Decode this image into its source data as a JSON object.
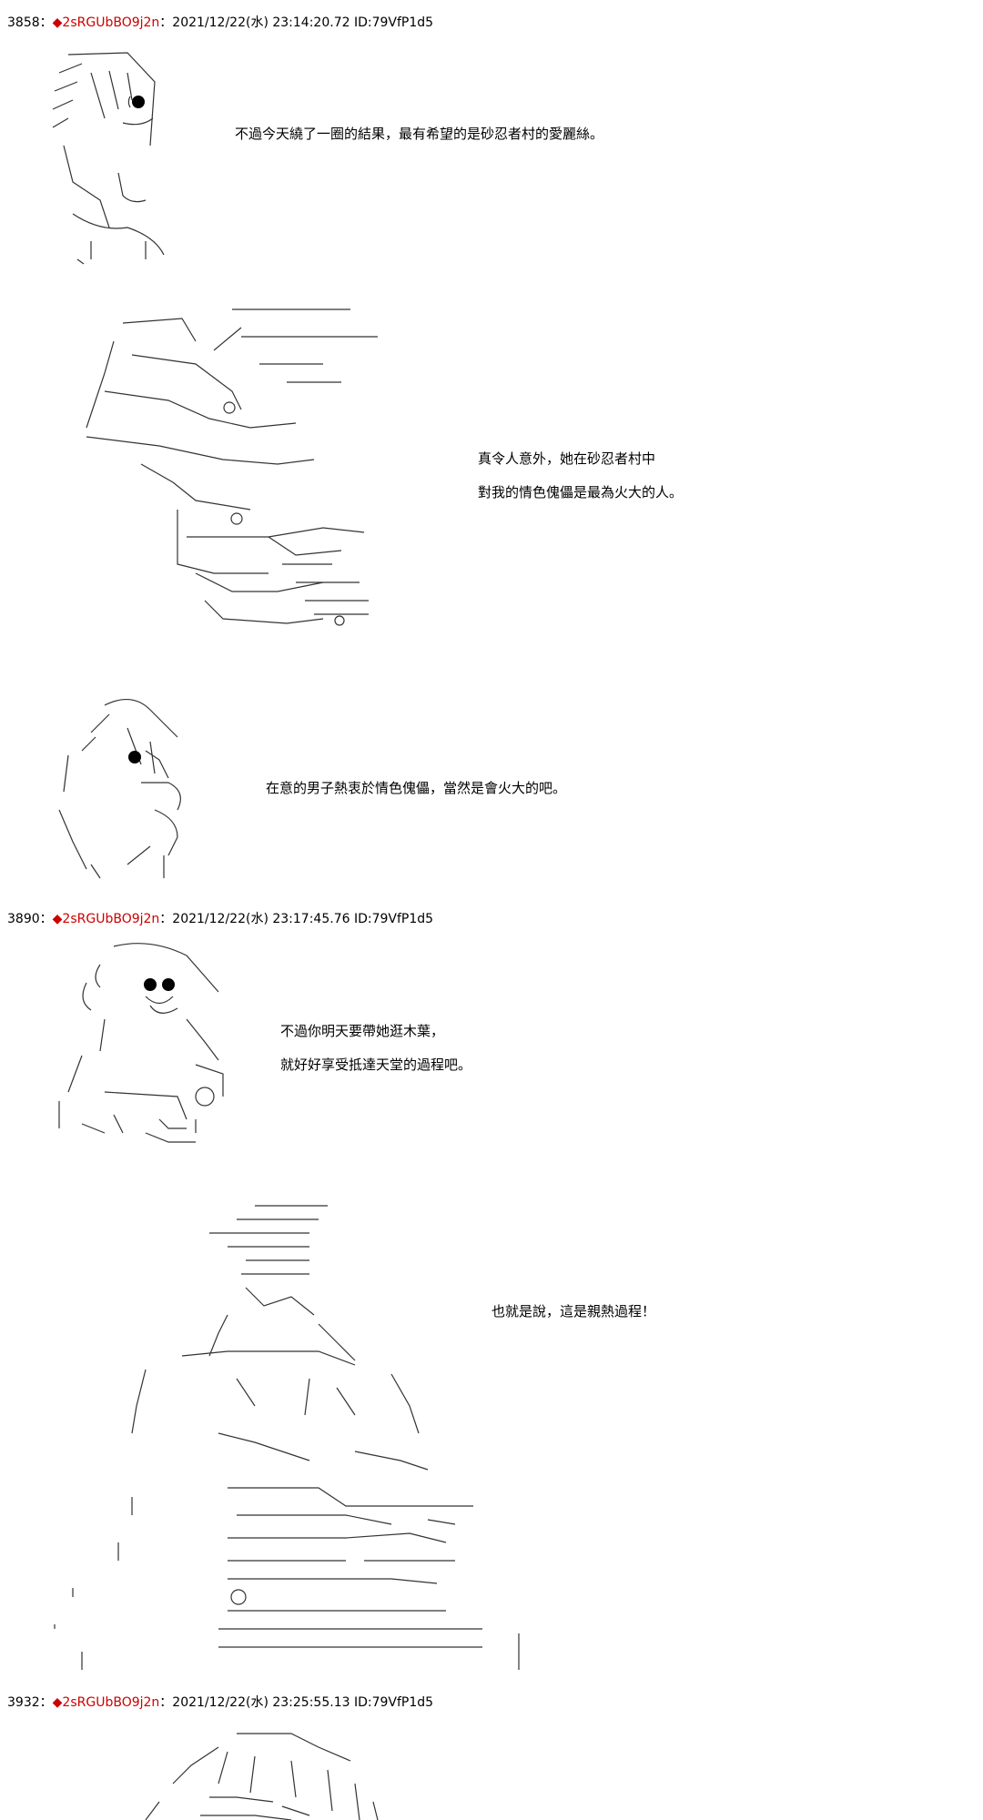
{
  "posts": [
    {
      "number": "3858",
      "separator": "：",
      "marker": "◆",
      "trip": "2sRGUbBO9j2n",
      "meta": "：2021/12/22(水) 23:14:20.72 ID:79VfP1d5"
    },
    {
      "number": "3890",
      "separator": "：",
      "marker": "◆",
      "trip": "2sRGUbBO9j2n",
      "meta": "：2021/12/22(水) 23:17:45.76 ID:79VfP1d5"
    },
    {
      "number": "3932",
      "separator": "：",
      "marker": "◆",
      "trip": "2sRGUbBO9j2n",
      "meta": "：2021/12/22(水) 23:25:55.13 ID:79VfP1d5"
    }
  ],
  "dialogue": {
    "d1": "不過今天繞了一圈的結果，最有希望的是砂忍者村的愛麗絲。",
    "d2_line1": "真令人意外，她在砂忍者村中",
    "d2_line2": "對我的情色傀儡是最為火大的人。",
    "d3": "在意的男子熱衷於情色傀儡，當然是會火大的吧。",
    "d4_line1": "不過你明天要帶她逛木葉，",
    "d4_line2": "就好好享受抵達天堂的過程吧。",
    "d5": "也就是說，這是親熱過程！"
  },
  "colors": {
    "trip": "#cc0000",
    "text": "#000000",
    "background": "#ffffff"
  }
}
